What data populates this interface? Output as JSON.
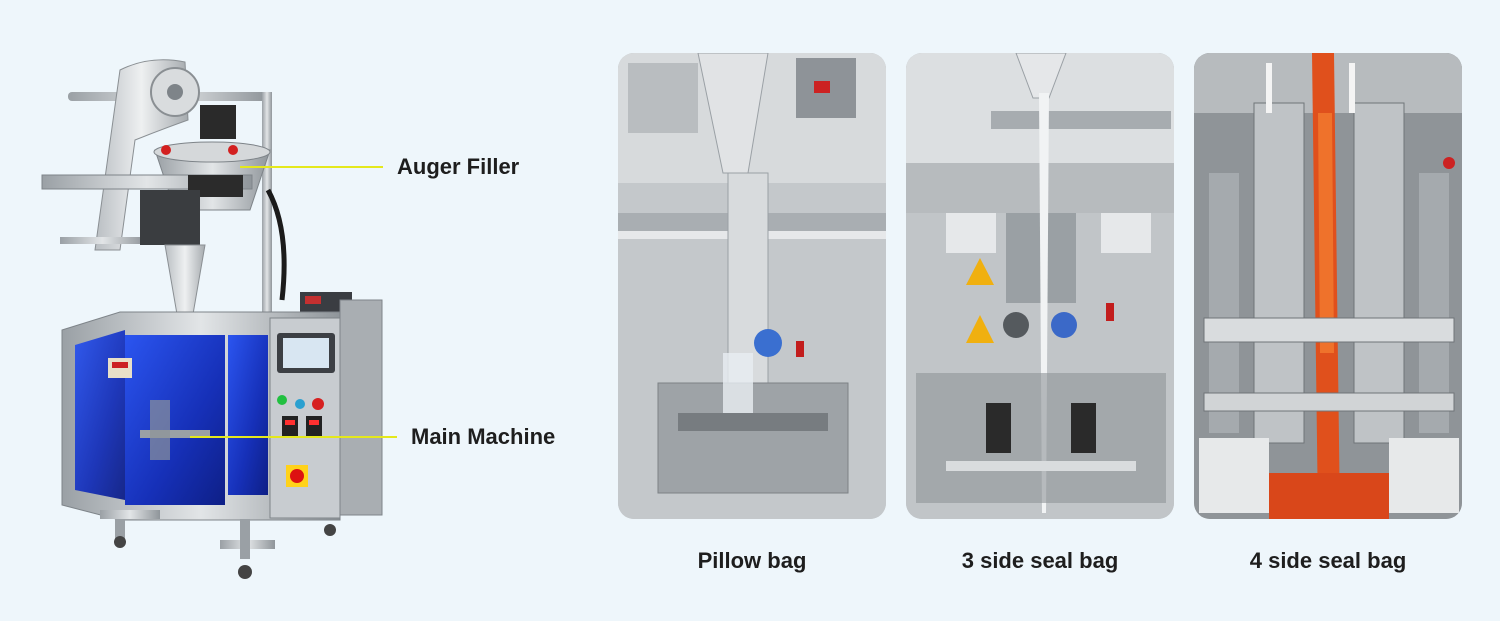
{
  "callouts": {
    "auger_filler": "Auger Filler",
    "main_machine": "Main Machine"
  },
  "bag_types": [
    {
      "label": "Pillow bag"
    },
    {
      "label": "3 side seal bag"
    },
    {
      "label": "4 side seal bag"
    }
  ],
  "colors": {
    "background": "#eef6fb",
    "callout_line": "#e4e81c",
    "machine_panel_blue": "#1f3fd8",
    "steel": "#c6cacd",
    "product_orange": "#e0501c"
  }
}
